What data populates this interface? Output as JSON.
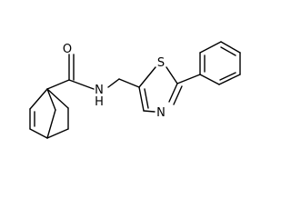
{
  "molecule": {
    "atoms": {
      "oxygen": "O",
      "amide_nitrogen": "N",
      "amide_hydrogen": "H",
      "thiazole_sulfur": "S",
      "thiazole_nitrogen": "N"
    },
    "colors": {
      "bond": "#000000",
      "label": "#000000",
      "background": "#ffffff"
    }
  }
}
